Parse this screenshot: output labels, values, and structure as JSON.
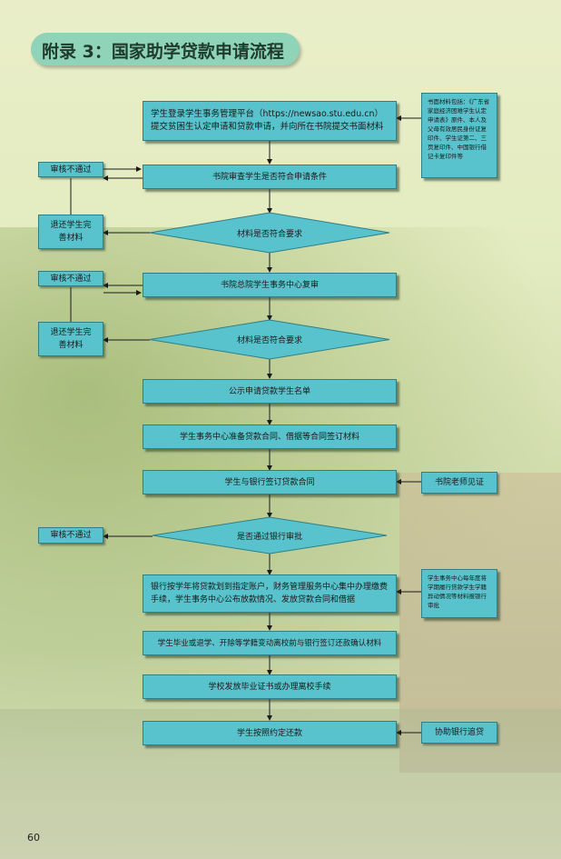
{
  "title": "附录 3：国家助学贷款申请流程",
  "steps": {
    "login": "学生登录学生事务管理平台（https://newsao.stu.edu.cn）提交贫困生认定申请和贷款申请，并向所在书院提交书面材料",
    "college_review": "书院审查学生是否符合申请条件",
    "check1": "材料是否符合要求",
    "center_review": "书院总院学生事务中心复审",
    "check2": "材料是否符合要求",
    "publish": "公示申请贷款学生名单",
    "prepare": "学生事务中心准备贷款合同、借据等合同签订材料",
    "sign": "学生与银行签订贷款合同",
    "bank_check": "是否通过银行审批",
    "disburse": "银行按学年将贷款划到指定账户，财务管理服务中心集中办理缴费手续，学生事务中心公布放款情况、发放贷款合同和借据",
    "graduate": "学生毕业或退学、开除等学籍变动离校前与银行签订还款确认材料",
    "leave": "学校发放毕业证书或办理离校手续",
    "repay": "学生按照约定还款"
  },
  "side": {
    "materials_note": "书面材料包括：《广东省家庭经济困难学生认定申请表》原件、本人及父母有效居民身份证复印件、学生证第二、三页复印件、中国银行借记卡复印件等",
    "reject1": "审核不通过",
    "return1": "退还学生完善材料",
    "reject2": "审核不通过",
    "return2": "退还学生完善材料",
    "witness": "书院老师见证",
    "reject3": "审核不通过",
    "center_note": "学生事务中心每年度将学期履行贷款学生学籍异动情况等材料报银行审批",
    "assist": "协助银行追贷"
  },
  "page_number": "60",
  "colors": {
    "box": "#58c3cc",
    "title_pill": "#8fd3b8",
    "line": "#1a1a1a"
  }
}
